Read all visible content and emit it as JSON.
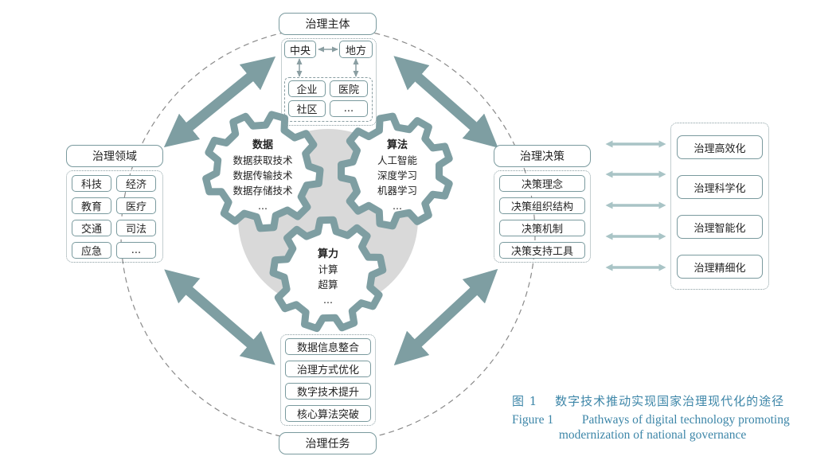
{
  "top": {
    "title": "治理主体",
    "central": "中央",
    "local": "地方",
    "items": [
      "企业",
      "医院",
      "社区",
      "..."
    ]
  },
  "left": {
    "title": "治理领域",
    "items": [
      "科技",
      "经济",
      "教育",
      "医疗",
      "交通",
      "司法",
      "应急",
      "..."
    ]
  },
  "right": {
    "title": "治理决策",
    "items": [
      "决策理念",
      "决策组织结构",
      "决策机制",
      "决策支持工具"
    ]
  },
  "bottom": {
    "title": "治理任务",
    "items": [
      "数据信息整合",
      "治理方式优化",
      "数字技术提升",
      "核心算法突破"
    ]
  },
  "outcomes": [
    "治理高效化",
    "治理科学化",
    "治理智能化",
    "治理精细化"
  ],
  "gears": {
    "data": {
      "title": "数据",
      "lines": [
        "数据获取技术",
        "数据传输技术",
        "数据存储技术",
        "..."
      ]
    },
    "algorithm": {
      "title": "算法",
      "lines": [
        "人工智能",
        "深度学习",
        "机器学习",
        "..."
      ]
    },
    "compute": {
      "title": "算力",
      "lines": [
        "计算",
        "超算",
        "..."
      ]
    }
  },
  "caption": {
    "cn": "图 1　 数字技术推动实现国家治理现代化的途径",
    "en_label": "Figure 1",
    "en_line1": "Pathways of digital technology promoting",
    "en_line2": "modernization of national governance"
  },
  "colors": {
    "arrow": "#7e9ea2",
    "light_arrow": "#a9c4c6",
    "border": "#7a9a9e",
    "gear_fill": "#ffffff",
    "core_circle": "#d9d9d9",
    "caption": "#3d86a8"
  }
}
